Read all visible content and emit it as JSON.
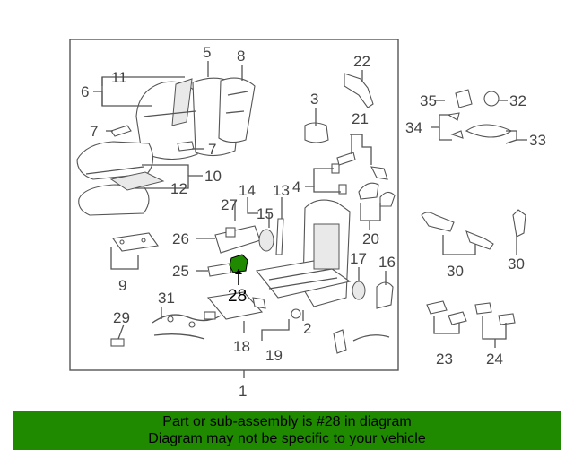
{
  "diagram": {
    "highlight_color": "#1f8a00",
    "callouts": {
      "c1": "1",
      "c2": "2",
      "c4": "4",
      "c5": "5",
      "c6": "6",
      "c7a": "7",
      "c7b": "7",
      "c8": "8",
      "c9": "9",
      "c10": "10",
      "c11": "11",
      "c12": "12",
      "c13": "13",
      "c14": "14",
      "c15": "15",
      "c16": "16",
      "c17": "17",
      "c18": "18",
      "c19": "19",
      "c20": "20",
      "c21": "21",
      "c22": "22",
      "c23": "23",
      "c24": "24",
      "c25": "25",
      "c26": "26",
      "c27": "27",
      "c28": "28",
      "c29": "29",
      "c30a": "30",
      "c30b": "30",
      "c31": "31",
      "c32": "32",
      "c33": "33",
      "c34": "34",
      "c35": "35",
      "c3": "3"
    }
  },
  "banner": {
    "line1": "Part or sub-assembly is #28 in diagram",
    "line2": "Diagram may not be specific to your vehicle",
    "background": "#1f8a00"
  }
}
